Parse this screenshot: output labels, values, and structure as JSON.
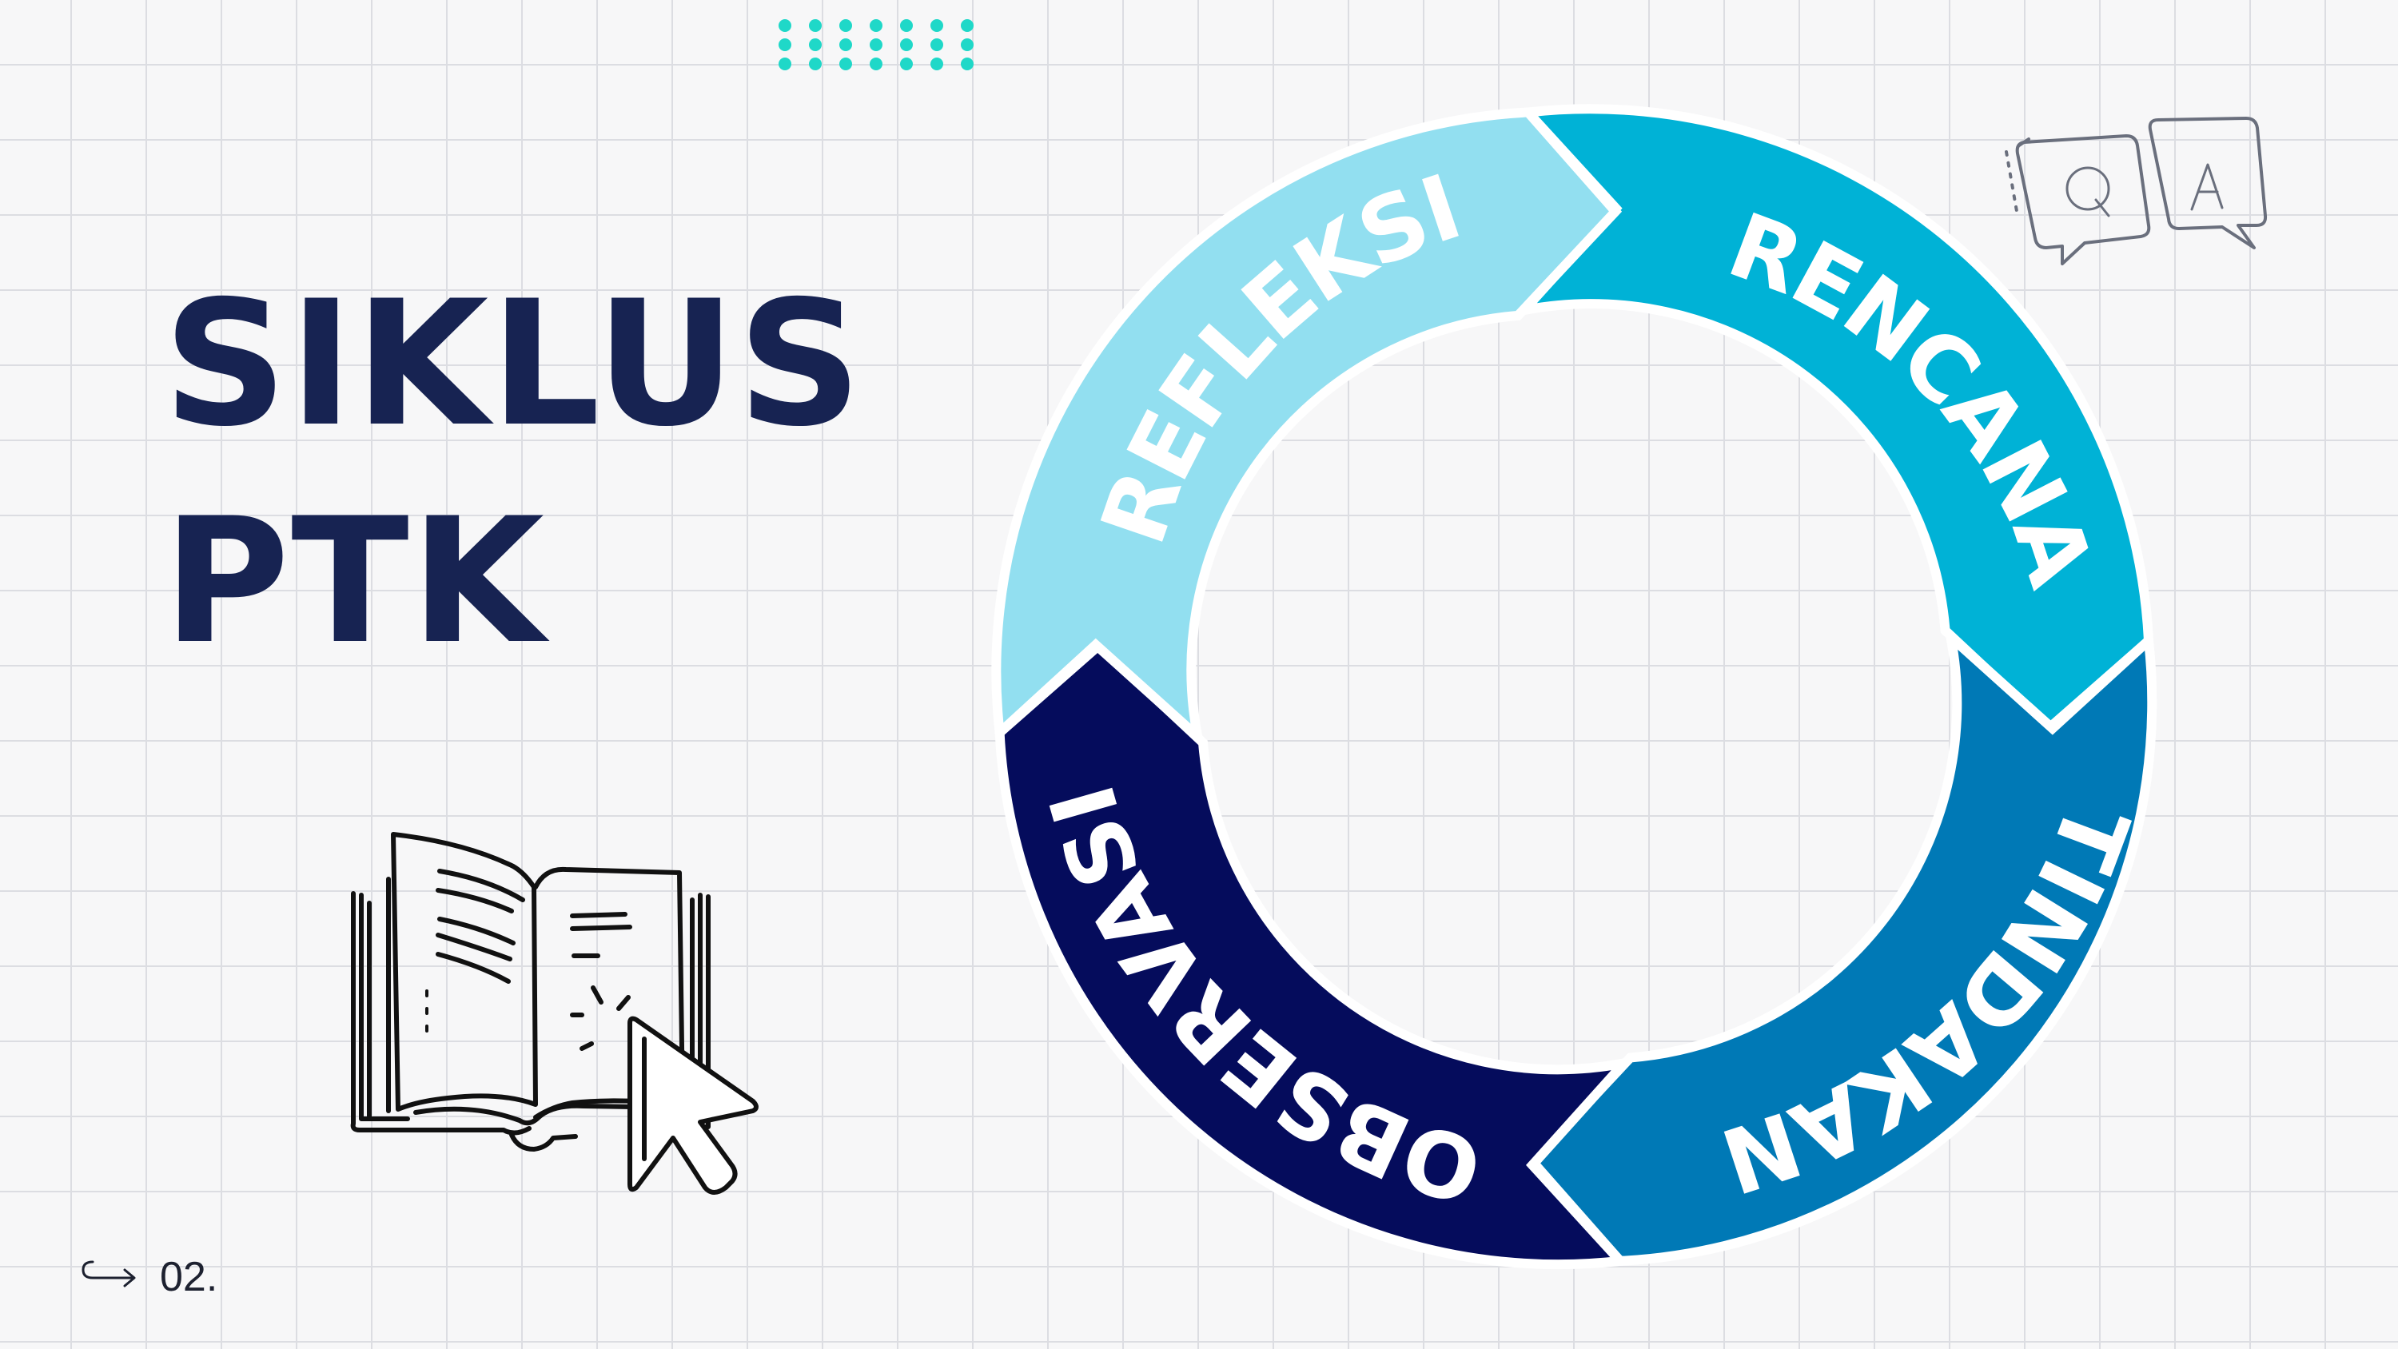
{
  "title": {
    "line1": "SIKLUS",
    "line2": "PTK"
  },
  "cycle": {
    "segments": [
      {
        "label": "RENCANA",
        "color": "#00b2d6"
      },
      {
        "label": "TINDAKAN",
        "color": "#0079b6"
      },
      {
        "label": "OBSERVASI",
        "color": "#050c5c"
      },
      {
        "label": "REFLEKSI",
        "color": "#92dff0"
      }
    ]
  },
  "qa_icon": {
    "q": "Q",
    "a": "A"
  },
  "footer": {
    "page_number": "02."
  },
  "colors": {
    "title": "#172352",
    "dots": "#1fd8c8",
    "background": "#f7f7f8"
  },
  "icons": [
    "dot-pattern",
    "qa-chat-icon",
    "open-book-cursor-icon",
    "return-arrow-icon"
  ]
}
